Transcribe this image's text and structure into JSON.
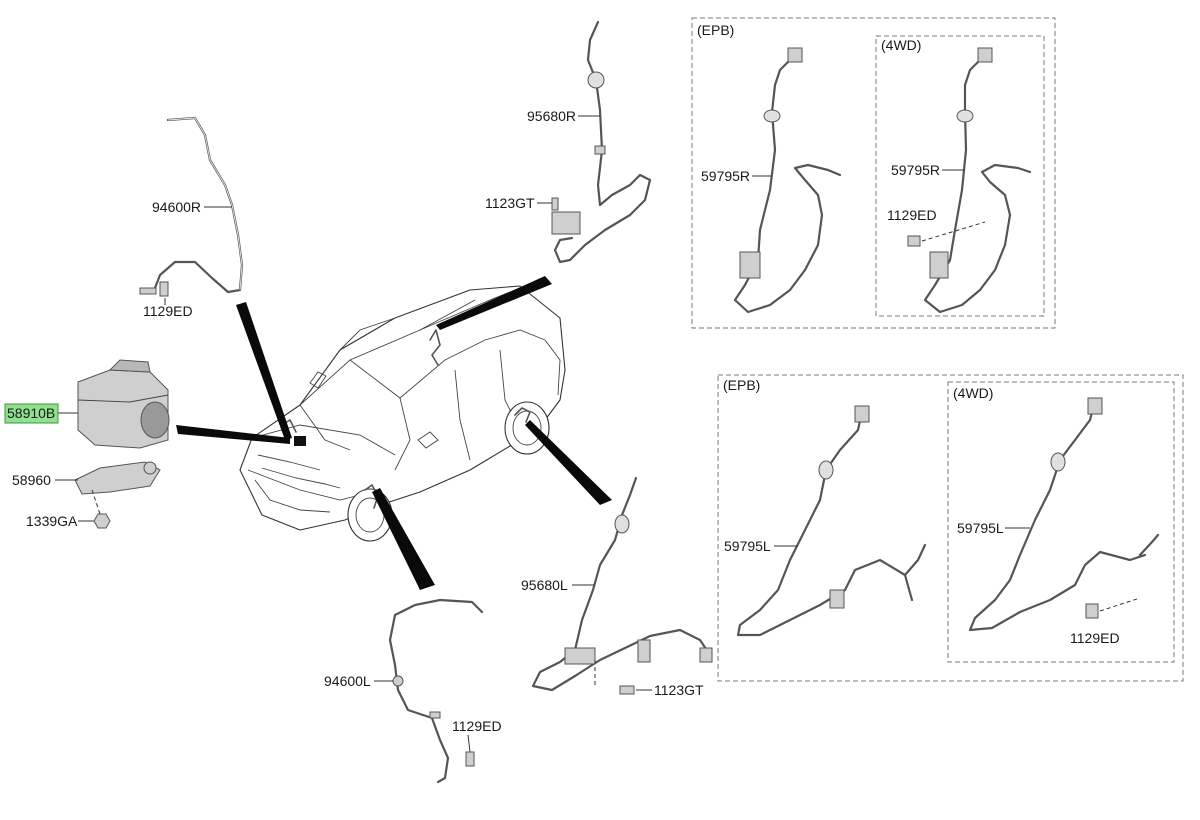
{
  "highlight_color": "#90e090",
  "labels": {
    "p94600R": "94600R",
    "p1129ED_a": "1129ED",
    "p95680R": "95680R",
    "p1123GT_a": "1123GT",
    "p58910B": "58910B",
    "p58960": "58960",
    "p1339GA": "1339GA",
    "p94600L": "94600L",
    "p1129ED_b": "1129ED",
    "p95680L": "95680L",
    "p1123GT_b": "1123GT",
    "p59795R_a": "59795R",
    "p59795R_b": "59795R",
    "p1129ED_c": "1129ED",
    "p59795L_a": "59795L",
    "p59795L_b": "59795L",
    "p1129ED_d": "1129ED"
  },
  "boxes": {
    "top_epb": "(EPB)",
    "top_4wd": "(4WD)",
    "bottom_epb": "(EPB)",
    "bottom_4wd": "(4WD)"
  }
}
